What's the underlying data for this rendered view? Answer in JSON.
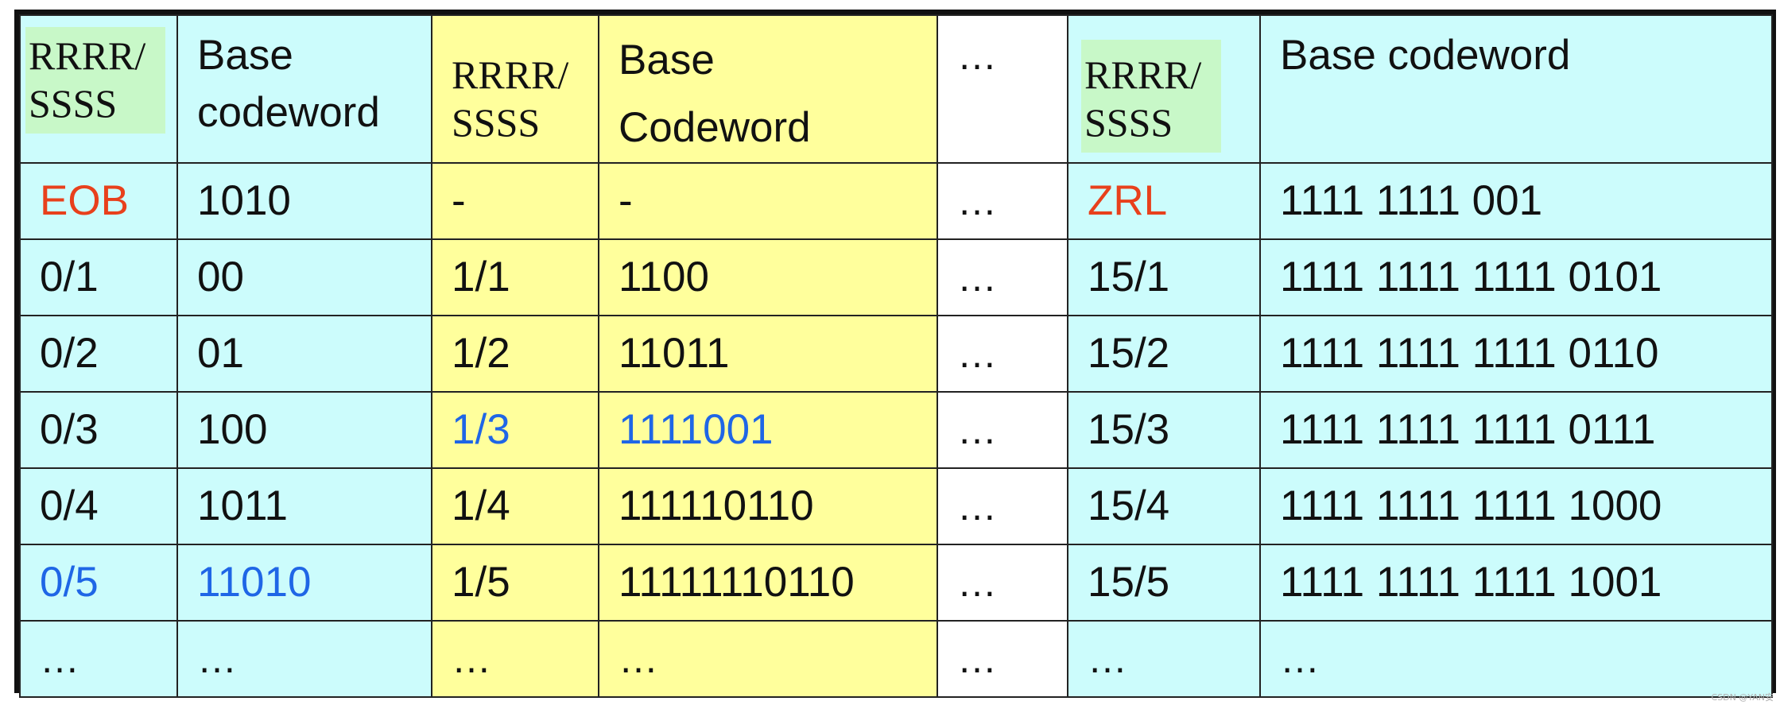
{
  "header": {
    "g1_sym": "RRRR/ SSSS",
    "g1_code": "Base codeword",
    "g2_sym": "RRRR/ SSSS",
    "g2_code": "Base Codeword",
    "ellipsis": "…",
    "g3_sym": "RRRR/ SSSS",
    "g3_code": "Base codeword"
  },
  "rows": [
    {
      "g1_sym": "EOB",
      "g1_code": "1010",
      "g2_sym": "-",
      "g2_code": "-",
      "mid": "…",
      "g3_sym": "ZRL",
      "g3_code": "1111 1111 001"
    },
    {
      "g1_sym": "0/1",
      "g1_code": "00",
      "g2_sym": "1/1",
      "g2_code": "1100",
      "mid": "…",
      "g3_sym": "15/1",
      "g3_code": "1111 1111 1111 0101"
    },
    {
      "g1_sym": "0/2",
      "g1_code": "01",
      "g2_sym": "1/2",
      "g2_code": "11011",
      "mid": "…",
      "g3_sym": "15/2",
      "g3_code": "1111 1111 1111 0110"
    },
    {
      "g1_sym": "0/3",
      "g1_code": "100",
      "g2_sym": "1/3",
      "g2_code": "1111001",
      "mid": "…",
      "g3_sym": "15/3",
      "g3_code": "1111 1111 1111 0111"
    },
    {
      "g1_sym": "0/4",
      "g1_code": "1011",
      "g2_sym": "1/4",
      "g2_code": "111110110",
      "mid": "…",
      "g3_sym": "15/4",
      "g3_code": "1111 1111 1111 1000"
    },
    {
      "g1_sym": "0/5",
      "g1_code": "11010",
      "g2_sym": "1/5",
      "g2_code": "11111110110",
      "mid": "…",
      "g3_sym": "15/5",
      "g3_code": "1111 1111 1111 1001"
    },
    {
      "g1_sym": "…",
      "g1_code": "…",
      "g2_sym": "…",
      "g2_code": "…",
      "mid": "…",
      "g3_sym": "…",
      "g3_code": "…"
    }
  ],
  "colors": {
    "cyan_bg": "#ccfcfc",
    "yellow_bg": "#ffff9c",
    "green_label_bg": "#c8f8c8",
    "red_text": "#e8401c",
    "blue_text": "#1f66e6"
  },
  "watermark": "CSDN @YAN安"
}
